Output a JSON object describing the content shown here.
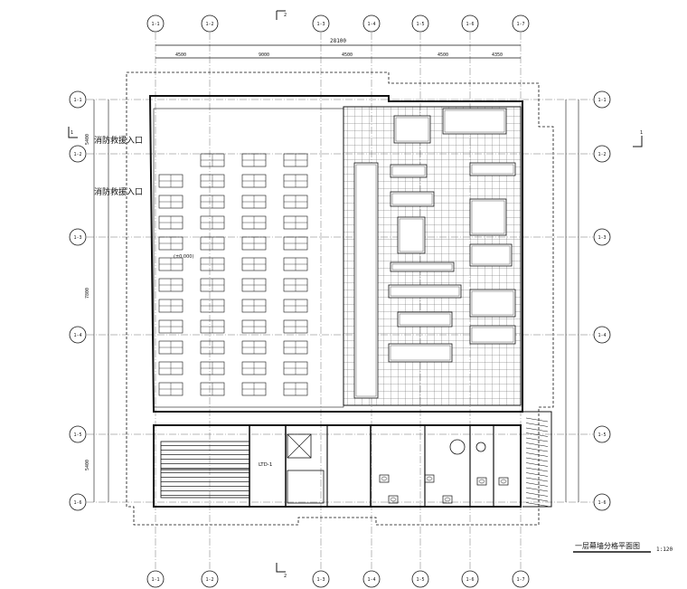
{
  "drawing": {
    "title": "一层幕墙分格平面图",
    "scale": "1:120",
    "total_dimension": "28100",
    "grid_labels_top": [
      "1-1",
      "1-2",
      "1-3",
      "1-4",
      "1-5",
      "1-6",
      "1-7"
    ],
    "grid_labels_bottom": [
      "1-1",
      "1-2",
      "1-3",
      "1-4",
      "1-5",
      "1-6",
      "1-7"
    ],
    "grid_labels_left": [
      "1-1",
      "1-2",
      "1-3",
      "1-4",
      "1-5",
      "1-6"
    ],
    "grid_labels_right": [
      "1-1",
      "1-2",
      "1-3",
      "1-4",
      "1-5",
      "1-6"
    ],
    "section_marks": [
      "1",
      "1",
      "2",
      "2"
    ],
    "span_dims": [
      "4500",
      "9000",
      "4500",
      "4500",
      "4350"
    ],
    "vertical_dims": [
      "5400",
      "7800",
      "5400"
    ],
    "rooms": {
      "fire_entry_1": "消防救援入口",
      "fire_entry_2": "消防救援入口",
      "stair_label": "LTD-1",
      "dining_hall_note": "(±0.000)"
    }
  },
  "colors": {
    "line": "#111111",
    "hatch": "#444444",
    "paper": "#ffffff"
  }
}
